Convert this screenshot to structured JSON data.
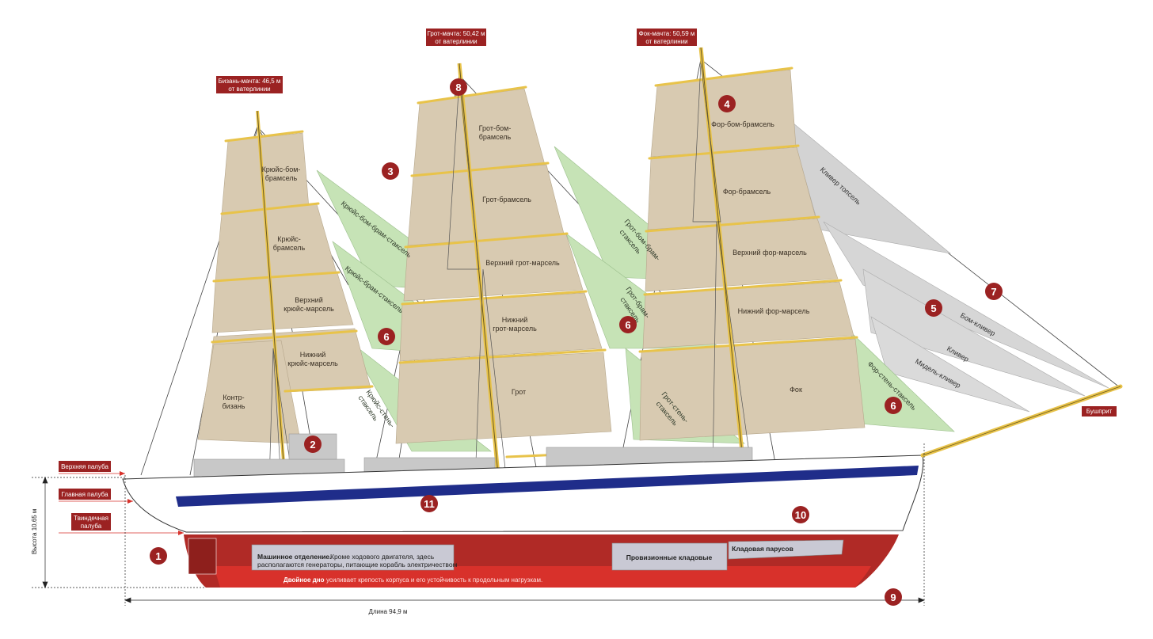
{
  "colors": {
    "sail": "#d8cab1",
    "staysail": "#c6e3b6",
    "jib": "#d4d4d4",
    "badge": "#9b2222",
    "number": "#9b2222",
    "hull_stripe": "#1f2d8a",
    "double_bottom": "#d8312b",
    "hull_red": "#b02a26",
    "superstructure": "#c8c8c8",
    "yard": "#e8c34a"
  },
  "masts": {
    "mizzen_label": "Бизань-мачта: 46,5 м от ватерлинии",
    "mizzen_line1": "Бизань-мачта: 46,5 м",
    "mizzen_line2": "от ватерлинии",
    "main_line1": "Грот-мачта: 50,42 м",
    "main_line2": "от ватерлинии",
    "fore_line1": "Фок-мачта: 50,59 м",
    "fore_line2": "от ватерлинии"
  },
  "sails": {
    "mizzen": {
      "royal_1": "Крюйс-бом-",
      "royal_2": "брамсель",
      "topgallant_1": "Крюйс-",
      "topgallant_2": "брамсель",
      "upper_top_1": "Верхний",
      "upper_top_2": "крюйс-марсель",
      "lower_top_1": "Нижний",
      "lower_top_2": "крюйс-марсель",
      "spanker_1": "Контр-",
      "spanker_2": "бизань"
    },
    "main": {
      "royal_1": "Грот-бом-",
      "royal_2": "брамсель",
      "topgallant": "Грот-брамсель",
      "upper_top": "Верхний грот-марсель",
      "lower_top_1": "Нижний",
      "lower_top_2": "грот-марсель",
      "course": "Грот"
    },
    "fore": {
      "royal": "Фор-бом-брамсель",
      "topgallant": "Фор-брамсель",
      "upper_top": "Верхний фор-марсель",
      "lower_top": "Нижний фор-марсель",
      "course": "Фок"
    },
    "staysails": {
      "mz_royal": "Крюйс-бом-брам-стаксель",
      "mz_topgallant": "Крюйс-брам-стаксель",
      "mz_top_1": "Крюйс-стень-",
      "mz_top_2": "стаксель",
      "mn_royal_1": "Грот-бом-брам-",
      "mn_royal_2": "стаксель",
      "mn_topgallant_1": "Грот-брам-",
      "mn_topgallant_2": "стаксель",
      "mn_top_1": "Грот-стень-",
      "mn_top_2": "стаксель",
      "fore_top": "Фор-стень-стаксель"
    },
    "jibs": {
      "flying": "Кливер топсель",
      "outer": "Бом-кливер",
      "jib": "Кливер",
      "inner": "Мидель-кливер"
    }
  },
  "numbers": {
    "n1": "1",
    "n2": "2",
    "n3": "3",
    "n4": "4",
    "n5": "5",
    "n6": "6",
    "n7": "7",
    "n8": "8",
    "n9": "9",
    "n10": "10",
    "n11": "11"
  },
  "decks": {
    "upper": "Верхняя палуба",
    "main": "Главная палуба",
    "tween_1": "Твиндечная",
    "tween_2": "палуба"
  },
  "bowsprit": "Бушприт",
  "dimensions": {
    "height": "Высота 10,65 м",
    "length": "Длина 94,9 м"
  },
  "holds": {
    "engine_title": "Машинное отделение.",
    "engine_text_1": "Кроме ходового двигателя, здесь",
    "engine_text_2": "располагаются генераторы, питающие корабль электричеством",
    "provisions": "Провизионные кладовые",
    "sail_locker": "Кладовая парусов",
    "double_bottom_title": "Двойное дно",
    "double_bottom_text": "усиливает крепость корпуса и его устойчивость к продольным нагрузкам."
  }
}
